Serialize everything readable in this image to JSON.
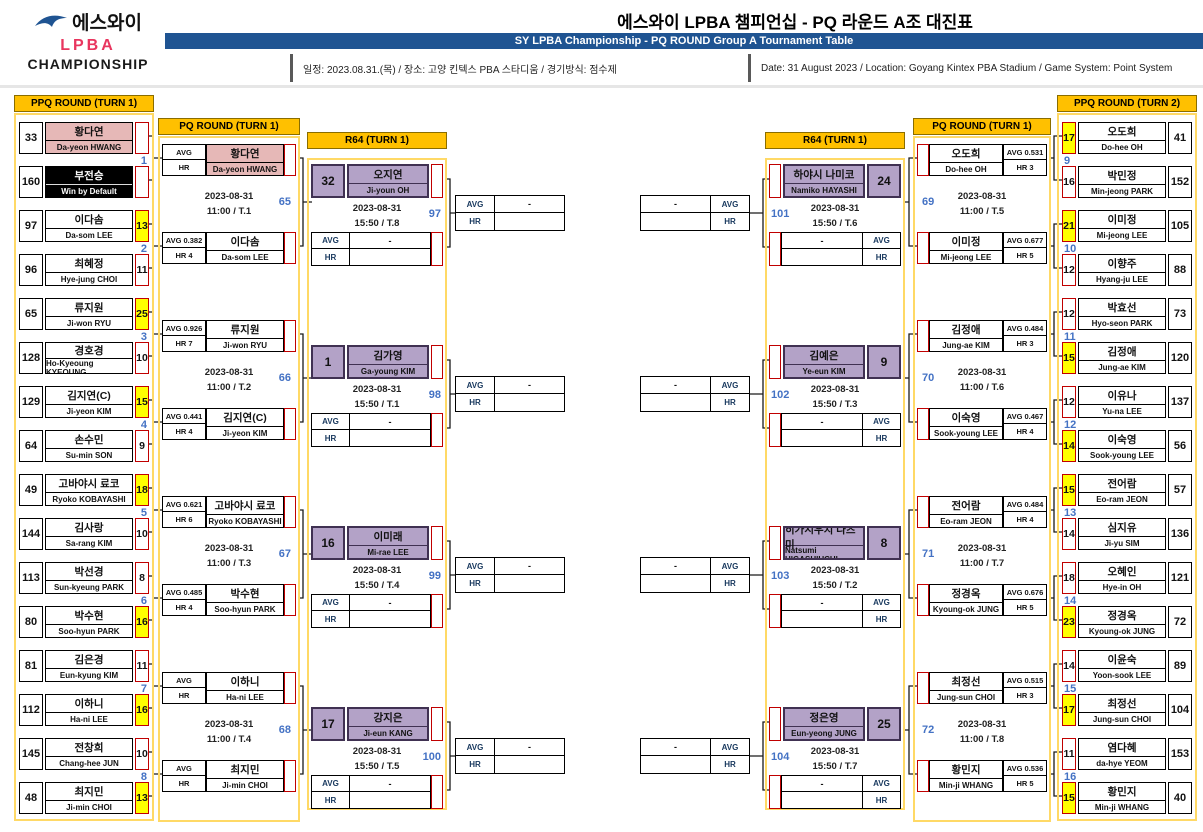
{
  "header": {
    "logo": {
      "kr": "에스와이",
      "line2": "LPBA",
      "line3": "CHAMPIONSHIP"
    },
    "title_kr": "에스와이 LPBA 챔피언십 - PQ 라운드 A조 대진표",
    "title_en": "SY LPBA Championship - PQ ROUND Group A Tournament Table",
    "info_kr": "일정: 2023.08.31.(목) / 장소: 고양 킨텍스 PBA 스타디움 / 경기방식: 점수제",
    "info_en": "Date: 31 August 2023 / Location: Goyang Kintex PBA Stadium / Game System: Point System"
  },
  "labels": {
    "avg": "AVG",
    "hr": "HR"
  },
  "colors": {
    "gold": "#FFC000",
    "navy": "#1F5492",
    "purple": "#B3A2C7",
    "pink": "#E6B8B7",
    "winner_yellow": "#FFFF00",
    "accent_red": "#C00000",
    "match_no_blue": "#4472C4"
  },
  "columns": {
    "ppq1": {
      "title": "PPQ ROUND (TURN 1)",
      "matches": [
        {
          "no": "1",
          "p1": {
            "rank": "33",
            "kr": "황다연",
            "en": "Da-yeon HWANG",
            "score": "",
            "cls": "pink"
          },
          "p2": {
            "rank": "160",
            "kr": "부전승",
            "en": "Win by Default",
            "score": "",
            "cls": "black"
          }
        },
        {
          "no": "2",
          "p1": {
            "rank": "97",
            "kr": "이다솜",
            "en": "Da-som LEE",
            "score": "13",
            "scls": "win"
          },
          "p2": {
            "rank": "96",
            "kr": "최혜정",
            "en": "Hye-jung CHOI",
            "score": "11"
          }
        },
        {
          "no": "3",
          "p1": {
            "rank": "65",
            "kr": "류지원",
            "en": "Ji-won RYU",
            "score": "25",
            "scls": "win"
          },
          "p2": {
            "rank": "128",
            "kr": "경호경",
            "en": "Ho-Kyeoung KYEOUNG",
            "score": "10"
          }
        },
        {
          "no": "4",
          "p1": {
            "rank": "129",
            "kr": "김지연(C)",
            "en": "Ji-yeon KIM",
            "score": "15",
            "scls": "win"
          },
          "p2": {
            "rank": "64",
            "kr": "손수민",
            "en": "Su-min SON",
            "score": "9"
          }
        },
        {
          "no": "5",
          "p1": {
            "rank": "49",
            "kr": "고바야시 료코",
            "en": "Ryoko KOBAYASHI",
            "score": "18",
            "scls": "win"
          },
          "p2": {
            "rank": "144",
            "kr": "김사랑",
            "en": "Sa-rang KIM",
            "score": "10"
          }
        },
        {
          "no": "6",
          "p1": {
            "rank": "113",
            "kr": "박선경",
            "en": "Sun-kyeung PARK",
            "score": "8"
          },
          "p2": {
            "rank": "80",
            "kr": "박수현",
            "en": "Soo-hyun PARK",
            "score": "16",
            "scls": "win"
          }
        },
        {
          "no": "7",
          "p1": {
            "rank": "81",
            "kr": "김은경",
            "en": "Eun-kyung KIM",
            "score": "11"
          },
          "p2": {
            "rank": "112",
            "kr": "이하니",
            "en": "Ha-ni LEE",
            "score": "16",
            "scls": "win"
          }
        },
        {
          "no": "8",
          "p1": {
            "rank": "145",
            "kr": "전창희",
            "en": "Chang-hee JUN",
            "score": "10"
          },
          "p2": {
            "rank": "48",
            "kr": "최지민",
            "en": "Ji-min CHOI",
            "score": "13",
            "scls": "win"
          }
        }
      ]
    },
    "pq1": {
      "title": "PQ ROUND (TURN 1)",
      "matches": [
        {
          "no": "65",
          "date": "2023-08-31",
          "time": "11:00 / T.1",
          "p1": {
            "avg": "AVG",
            "hr": "HR",
            "kr": "황다연",
            "en": "Da-yeon HWANG",
            "cls": "pink"
          },
          "p2": {
            "avg": "AVG 0.382",
            "hr": "HR 4",
            "kr": "이다솜",
            "en": "Da-som LEE"
          }
        },
        {
          "no": "66",
          "date": "2023-08-31",
          "time": "11:00 / T.2",
          "p1": {
            "avg": "AVG 0.926",
            "hr": "HR 7",
            "kr": "류지원",
            "en": "Ji-won RYU"
          },
          "p2": {
            "avg": "AVG 0.441",
            "hr": "HR 4",
            "kr": "김지연(C)",
            "en": "Ji-yeon KIM"
          }
        },
        {
          "no": "67",
          "date": "2023-08-31",
          "time": "11:00 / T.3",
          "p1": {
            "avg": "AVG 0.621",
            "hr": "HR 6",
            "kr": "고바야시 료코",
            "en": "Ryoko KOBAYASHI"
          },
          "p2": {
            "avg": "AVG 0.485",
            "hr": "HR 4",
            "kr": "박수현",
            "en": "Soo-hyun PARK"
          }
        },
        {
          "no": "68",
          "date": "2023-08-31",
          "time": "11:00 / T.4",
          "p1": {
            "avg": "AVG",
            "hr": "HR",
            "kr": "이하니",
            "en": "Ha-ni LEE"
          },
          "p2": {
            "avg": "AVG",
            "hr": "HR",
            "kr": "최지민",
            "en": "Ji-min CHOI"
          }
        }
      ]
    },
    "r64l": {
      "title": "R64 (TURN 1)",
      "matches": [
        {
          "no": "97",
          "seed": "32",
          "kr": "오지연",
          "en": "Ji-youn OH",
          "date": "2023-08-31",
          "time": "15:50 / T.8",
          "avg": "-",
          "hr": ""
        },
        {
          "no": "98",
          "seed": "1",
          "kr": "김가영",
          "en": "Ga-young KIM",
          "date": "2023-08-31",
          "time": "15:50 / T.1",
          "avg": "-",
          "hr": ""
        },
        {
          "no": "99",
          "seed": "16",
          "kr": "이미래",
          "en": "Mi-rae LEE",
          "date": "2023-08-31",
          "time": "15:50 / T.4",
          "avg": "-",
          "hr": ""
        },
        {
          "no": "100",
          "seed": "17",
          "kr": "강지은",
          "en": "Ji-eun KANG",
          "date": "2023-08-31",
          "time": "15:50 / T.5",
          "avg": "-",
          "hr": ""
        }
      ]
    },
    "center_left": {
      "boxes": [
        {
          "avg": "-",
          "hr": ""
        },
        {
          "avg": "-",
          "hr": ""
        },
        {
          "avg": "-",
          "hr": ""
        },
        {
          "avg": "-",
          "hr": ""
        }
      ]
    },
    "center_right": {
      "boxes": [
        {
          "avg": "-",
          "hr": ""
        },
        {
          "avg": "-",
          "hr": ""
        },
        {
          "avg": "-",
          "hr": ""
        },
        {
          "avg": "-",
          "hr": ""
        }
      ]
    },
    "r64r": {
      "title": "R64 (TURN 1)",
      "matches": [
        {
          "no": "101",
          "seed": "24",
          "kr": "하야시 나미코",
          "en": "Namiko HAYASHI",
          "date": "2023-08-31",
          "time": "15:50 / T.6",
          "avg": "-",
          "hr": ""
        },
        {
          "no": "102",
          "seed": "9",
          "kr": "김예은",
          "en": "Ye-eun KIM",
          "date": "2023-08-31",
          "time": "15:50 / T.3",
          "avg": "-",
          "hr": ""
        },
        {
          "no": "103",
          "seed": "8",
          "kr": "히가시우치 나츠미",
          "en": "Natsumi HIGASHIUCHI",
          "date": "2023-08-31",
          "time": "15:50 / T.2",
          "avg": "-",
          "hr": ""
        },
        {
          "no": "104",
          "seed": "25",
          "kr": "정은영",
          "en": "Eun-yeong JUNG",
          "date": "2023-08-31",
          "time": "15:50 / T.7",
          "avg": "-",
          "hr": ""
        }
      ]
    },
    "pq2": {
      "title": "PQ ROUND (TURN 1)",
      "matches": [
        {
          "no": "69",
          "date": "2023-08-31",
          "time": "11:00 / T.5",
          "p1": {
            "avg": "AVG 0.531",
            "hr": "HR 3",
            "kr": "오도희",
            "en": "Do-hee OH"
          },
          "p2": {
            "avg": "AVG 0.677",
            "hr": "HR 5",
            "kr": "이미정",
            "en": "Mi-jeong LEE"
          }
        },
        {
          "no": "70",
          "date": "2023-08-31",
          "time": "11:00 / T.6",
          "p1": {
            "avg": "AVG 0.484",
            "hr": "HR 3",
            "kr": "김정애",
            "en": "Jung-ae KIM"
          },
          "p2": {
            "avg": "AVG 0.467",
            "hr": "HR 4",
            "kr": "이숙영",
            "en": "Sook-young LEE"
          }
        },
        {
          "no": "71",
          "date": "2023-08-31",
          "time": "11:00 / T.7",
          "p1": {
            "avg": "AVG 0.484",
            "hr": "HR 4",
            "kr": "전어람",
            "en": "Eo-ram JEON"
          },
          "p2": {
            "avg": "AVG 0.676",
            "hr": "HR 5",
            "kr": "정경옥",
            "en": "Kyoung-ok JUNG"
          }
        },
        {
          "no": "72",
          "date": "2023-08-31",
          "time": "11:00 / T.8",
          "p1": {
            "avg": "AVG 0.515",
            "hr": "HR 3",
            "kr": "최정선",
            "en": "Jung-sun CHOI"
          },
          "p2": {
            "avg": "AVG 0.536",
            "hr": "HR 5",
            "kr": "황민지",
            "en": "Min-ji WHANG"
          }
        }
      ]
    },
    "ppq2": {
      "title": "PPQ ROUND (TURN 2)",
      "matches": [
        {
          "no": "9",
          "p1": {
            "score": "17",
            "scls": "win",
            "kr": "오도희",
            "en": "Do-hee OH",
            "rank": "41"
          },
          "p2": {
            "score": "16",
            "kr": "박민정",
            "en": "Min-jeong PARK",
            "rank": "152"
          }
        },
        {
          "no": "10",
          "p1": {
            "score": "21",
            "scls": "win",
            "kr": "이미정",
            "en": "Mi-jeong LEE",
            "rank": "105"
          },
          "p2": {
            "score": "12",
            "kr": "이향주",
            "en": "Hyang-ju LEE",
            "rank": "88"
          }
        },
        {
          "no": "11",
          "p1": {
            "score": "12",
            "kr": "박효선",
            "en": "Hyo-seon PARK",
            "rank": "73"
          },
          "p2": {
            "score": "15",
            "scls": "win",
            "kr": "김정애",
            "en": "Jung-ae KIM",
            "rank": "120"
          }
        },
        {
          "no": "12",
          "p1": {
            "score": "12",
            "kr": "이유나",
            "en": "Yu-na LEE",
            "rank": "137"
          },
          "p2": {
            "score": "14",
            "scls": "win",
            "kr": "이숙영",
            "en": "Sook-young LEE",
            "rank": "56"
          }
        },
        {
          "no": "13",
          "p1": {
            "score": "15",
            "scls": "win",
            "kr": "전어람",
            "en": "Eo-ram JEON",
            "rank": "57"
          },
          "p2": {
            "score": "14",
            "kr": "심지유",
            "en": "Ji-yu SIM",
            "rank": "136"
          }
        },
        {
          "no": "14",
          "p1": {
            "score": "18",
            "kr": "오혜인",
            "en": "Hye-in OH",
            "rank": "121"
          },
          "p2": {
            "score": "23",
            "scls": "win",
            "kr": "정경옥",
            "en": "Kyoung-ok JUNG",
            "rank": "72"
          }
        },
        {
          "no": "15",
          "p1": {
            "score": "14",
            "kr": "이윤숙",
            "en": "Yoon-sook LEE",
            "rank": "89"
          },
          "p2": {
            "score": "17",
            "scls": "win",
            "kr": "최정선",
            "en": "Jung-sun CHOI",
            "rank": "104"
          }
        },
        {
          "no": "16",
          "p1": {
            "score": "11",
            "kr": "염다혜",
            "en": "da-hye YEOM",
            "rank": "153"
          },
          "p2": {
            "score": "15",
            "scls": "win",
            "kr": "황민지",
            "en": "Min-ji WHANG",
            "rank": "40"
          }
        }
      ]
    }
  }
}
